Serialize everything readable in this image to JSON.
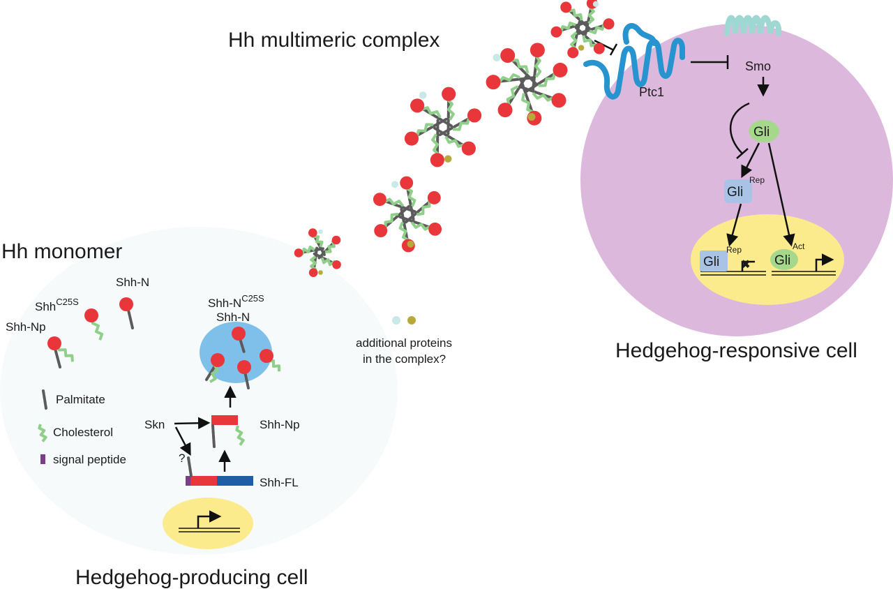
{
  "titles": {
    "monomer": "Hh monomer",
    "multimeric": "Hh multimeric complex",
    "producing_cell": "Hedgehog-producing cell",
    "responsive_cell": "Hedgehog-responsive cell"
  },
  "monomers": {
    "shh_np": "Shh-Np",
    "shh_c25s_base": "Shh",
    "shh_c25s_sup": "C25S",
    "shh_n": "Shh-N"
  },
  "legend": {
    "palmitate": "Palmitate",
    "cholesterol": "Cholesterol",
    "signal_peptide": "signal peptide"
  },
  "producing": {
    "vesicle_label_1_base": "Shh-N",
    "vesicle_label_1_sup": "C25S",
    "vesicle_label_2": "Shh-N",
    "shh_np": "Shh-Np",
    "skn": "Skn",
    "question": "?",
    "shh_fl": "Shh-FL"
  },
  "complex": {
    "additional_line1": "additional proteins",
    "additional_line2": "in the complex?"
  },
  "responsive": {
    "ptc1": "Ptc1",
    "smo": "Smo",
    "gli": "Gli",
    "gli_rep": "Gli",
    "rep_sup": "Rep",
    "nuc_gli_rep": "Gli",
    "nuc_rep_sup": "Rep",
    "nuc_gli_act": "Gli",
    "act_sup": "Act"
  },
  "colors": {
    "responsive_cell": "#dcb8dd",
    "nucleus": "#fbeb8c",
    "vesicle": "#7fc0ea",
    "hh_ball": "#e8363b",
    "palmitate": "#5b5b5b",
    "cholesterol": "#8fcf8a",
    "signal_peptide": "#7b3d87",
    "shh_np_bar": "#e8363b",
    "shh_fl_c_term": "#1c5fa6",
    "ptc1": "#2794cf",
    "smo": "#9fd8d3",
    "gli_act": "#a6d88b",
    "gli_rep": "#a9c3e7",
    "extra_protein_1": "#c9e8e8",
    "extra_protein_2": "#b8aa3a"
  }
}
